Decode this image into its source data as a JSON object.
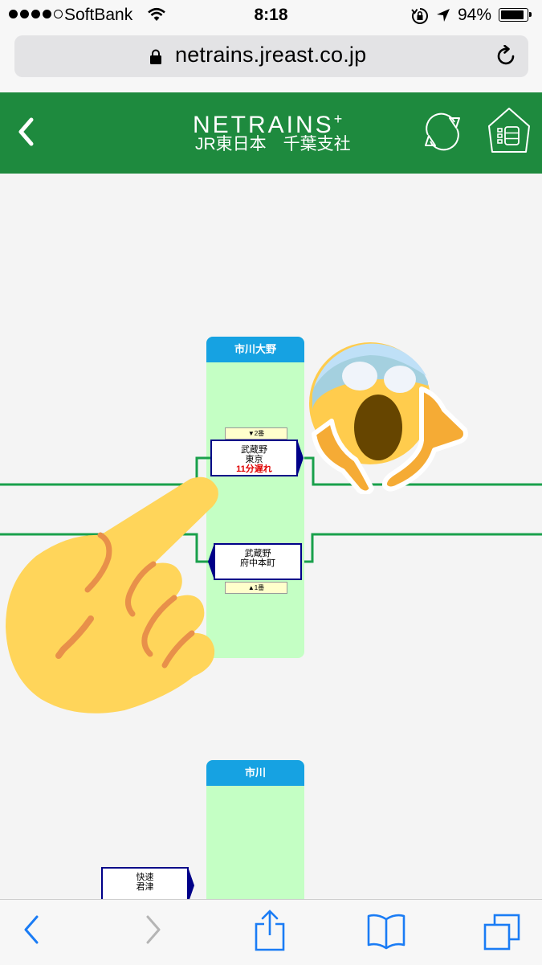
{
  "status_bar": {
    "carrier": "SoftBank",
    "time": "8:18",
    "battery_percent": "94%",
    "battery_level": 0.94,
    "signal_bars": 4
  },
  "browser": {
    "url": "netrains.jreast.co.jp"
  },
  "app_header": {
    "logo": "NETRAINS",
    "logo_plus": "+",
    "subtitle": "JR東日本　千葉支社"
  },
  "stations": [
    {
      "name": "市川大野",
      "platforms": {
        "up": "▼2番",
        "down": "▲1番"
      },
      "trains": [
        {
          "line": "武蔵野",
          "destination": "東京",
          "delay": "11分遅れ",
          "direction": "up"
        },
        {
          "line": "武蔵野",
          "destination": "府中本町",
          "delay": "",
          "direction": "down"
        }
      ]
    },
    {
      "name": "市川",
      "trains": [
        {
          "line": "快速",
          "destination": "君津",
          "delay": "",
          "direction": "up"
        }
      ]
    }
  ],
  "overlays": [
    "face-screaming-in-fear-emoji",
    "pointing-hand-emoji"
  ],
  "colors": {
    "header_green": "#1e8a3e",
    "station_header_blue": "#16a2e2",
    "station_body_green": "#c4ffc4",
    "track_green": "#19a04b",
    "train_border_navy": "#000088",
    "delay_red": "#e00000"
  }
}
